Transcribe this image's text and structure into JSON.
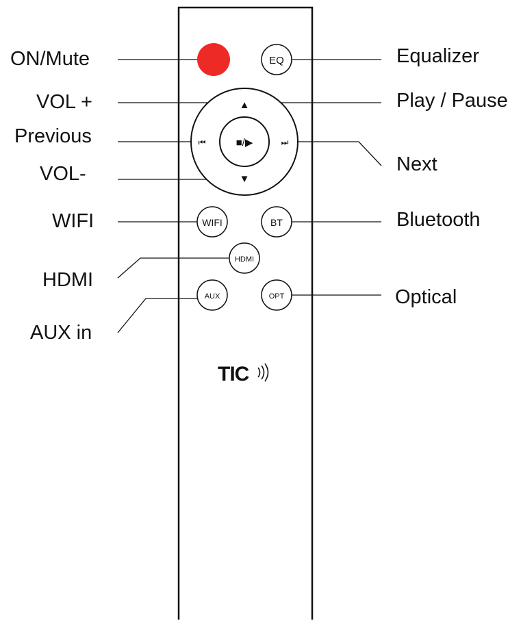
{
  "labels": {
    "on_mute": "ON/Mute",
    "vol_plus": "VOL +",
    "previous": "Previous",
    "vol_minus": "VOL-",
    "wifi": "WIFI",
    "hdmi": "HDMI",
    "aux_in": "AUX in",
    "equalizer": "Equalizer",
    "play_pause": "Play / Pause",
    "next": "Next",
    "bluetooth": "Bluetooth",
    "optical": "Optical"
  },
  "buttons": {
    "eq": "EQ",
    "wifi": "WIFI",
    "bt": "BT",
    "hdmi": "HDMI",
    "aux": "AUX",
    "opt": "OPT"
  },
  "glyphs": {
    "up": "▲",
    "down": "▼",
    "prev": "⏮",
    "next": "⏭",
    "play_pause": "■/▶"
  },
  "logo": {
    "text": "TIC"
  },
  "colors": {
    "power_button": "#ee2a26",
    "outline": "#111111"
  }
}
